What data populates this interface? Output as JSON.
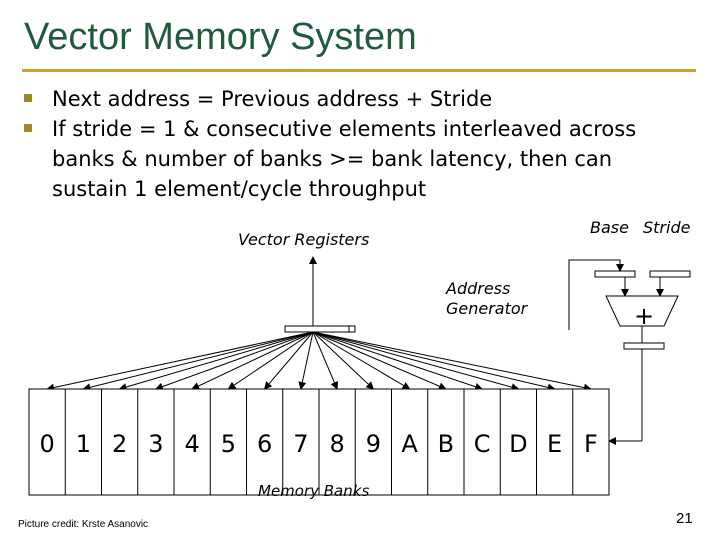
{
  "slide": {
    "title": "Vector Memory System",
    "bullets": [
      "Next address = Previous address + Stride",
      "If stride = 1 & consecutive elements interleaved across banks & number of banks >= bank latency, then can sustain 1 element/cycle throughput"
    ],
    "credit": "Picture credit: Krste Asanovic",
    "page_number": "21"
  },
  "diagram": {
    "vector_registers_label": "Vector Registers",
    "base_label": "Base",
    "stride_label": "Stride",
    "address_generator_label_line1": "Address",
    "address_generator_label_line2": "Generator",
    "adder_symbol": "+",
    "memory_banks_label": "Memory Banks",
    "banks": [
      "0",
      "1",
      "2",
      "3",
      "4",
      "5",
      "6",
      "7",
      "8",
      "9",
      "A",
      "B",
      "C",
      "D",
      "E",
      "F"
    ]
  },
  "colors": {
    "title": "#1f5c3a",
    "rule": "#c8a62c",
    "bullet_marker": "#9c8a2a"
  }
}
